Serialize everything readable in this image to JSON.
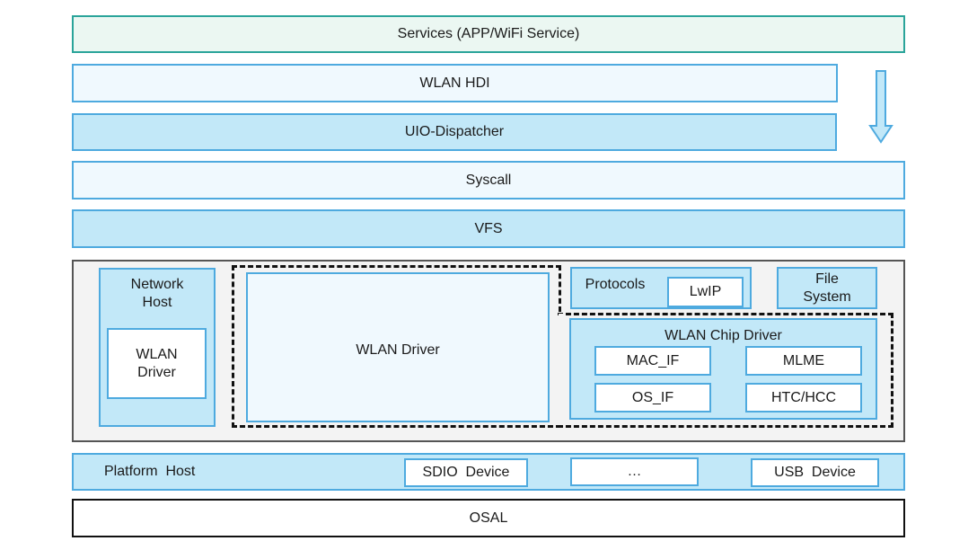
{
  "layers": {
    "services": "Services (APP/WiFi Service)",
    "wlan_hdi": "WLAN HDI",
    "uio_dispatcher": "UIO-Dispatcher",
    "syscall": "Syscall",
    "vfs": "VFS",
    "osal": "OSAL"
  },
  "kernel": {
    "network_host": "Network\nHost",
    "network_host_wlan_driver": "WLAN\nDriver",
    "wlan_driver": "WLAN Driver",
    "protocols": "Protocols",
    "lwip": "LwIP",
    "file_system": "File\nSystem",
    "wlan_chip_driver": "WLAN Chip Driver",
    "mac_if": "MAC_IF",
    "mlme": "MLME",
    "os_if": "OS_IF",
    "htc_hcc": "HTC/HCC"
  },
  "platform": {
    "host": "Platform  Host",
    "sdio_device": "SDIO  Device",
    "ellipsis": "…",
    "usb_device": "USB  Device"
  },
  "colors": {
    "light_blue_fill": "#c2e8f8",
    "pale_blue_fill": "#f0f9fe",
    "blue_border": "#4eaadf",
    "services_fill": "#ebf7f2",
    "services_border": "#2aa49a",
    "kernel_fill": "#f3f3f3"
  }
}
